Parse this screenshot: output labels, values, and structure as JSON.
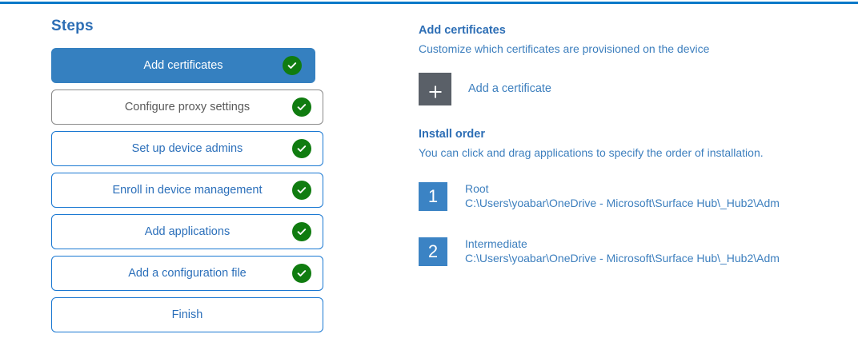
{
  "theme": {
    "accent_blue": "#0078c8",
    "step_blue": "#3580c0",
    "link_blue": "#3d7fbe",
    "heading_blue": "#2d6eb5",
    "check_green": "#107c10",
    "tile_gray": "#5a6068",
    "order_tile_blue": "#3b83c4"
  },
  "steps_panel": {
    "title": "Steps",
    "items": [
      {
        "label": "Add certificates",
        "state": "active",
        "completed": true,
        "check_icon": "check-circle-icon"
      },
      {
        "label": "Configure proxy settings",
        "state": "muted",
        "completed": true,
        "check_icon": "check-circle-icon"
      },
      {
        "label": "Set up device admins",
        "state": "default",
        "completed": true,
        "check_icon": "check-circle-icon"
      },
      {
        "label": "Enroll in device management",
        "state": "default",
        "completed": true,
        "check_icon": "check-circle-icon"
      },
      {
        "label": "Add applications",
        "state": "default",
        "completed": true,
        "check_icon": "check-circle-icon"
      },
      {
        "label": "Add a configuration file",
        "state": "default",
        "completed": true,
        "check_icon": "check-circle-icon"
      },
      {
        "label": "Finish",
        "state": "default",
        "completed": false,
        "check_icon": ""
      }
    ]
  },
  "detail_panel": {
    "certificates": {
      "heading": "Add certificates",
      "subtext": "Customize which certificates are provisioned on the device",
      "add_button_label": "Add a certificate",
      "add_button_icon": "plus-icon"
    },
    "install_order": {
      "heading": "Install order",
      "subtext": "You can click and drag applications to specify the order of installation.",
      "items": [
        {
          "order": "1",
          "name": "Root",
          "path": "C:\\Users\\yoabar\\OneDrive - Microsoft\\Surface Hub\\_Hub2\\Adm"
        },
        {
          "order": "2",
          "name": "Intermediate",
          "path": "C:\\Users\\yoabar\\OneDrive - Microsoft\\Surface Hub\\_Hub2\\Adm"
        }
      ]
    }
  }
}
